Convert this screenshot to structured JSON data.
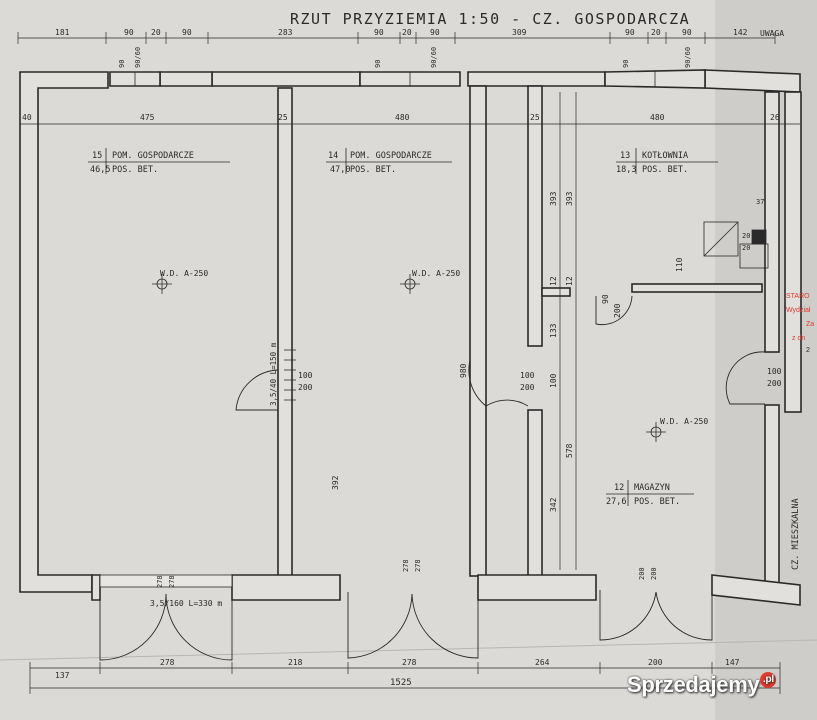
{
  "title": "RZUT PRZYZIEMIA 1:50 - CZ. GOSPODARCZA",
  "note_top_right": "UWAGA",
  "top_dims": [
    "181",
    "90",
    "20",
    "90",
    "283",
    "90",
    "20",
    "90",
    "309",
    "90",
    "20",
    "90",
    "142"
  ],
  "window_labels": [
    "90",
    "90/60",
    "90",
    "90/60",
    "90",
    "90/60"
  ],
  "inner_dims": [
    "40",
    "475",
    "25",
    "480",
    "25",
    "480",
    "26"
  ],
  "rooms": {
    "r15": {
      "num": "15",
      "name": "POM. GOSPODARCZE",
      "area": "46,5",
      "floor": "POS. BET.",
      "ceiling": "W.D. A-250"
    },
    "r14": {
      "num": "14",
      "name": "POM. GOSPODARCZE",
      "area": "47,0",
      "floor": "POS. BET.",
      "ceiling": "W.D. A-250"
    },
    "r13": {
      "num": "13",
      "name": "KOTŁOWNIA",
      "area": "18,3",
      "floor": "POS. BET."
    },
    "r12": {
      "num": "12",
      "name": "MAGAZYN",
      "area": "27,6",
      "floor": "POS. BET.",
      "ceiling": "W.D. A-250"
    }
  },
  "door_dims": {
    "d100": "100",
    "d200": "200",
    "d90": "90",
    "d278": "278",
    "d200b": "200"
  },
  "vert_dims": [
    "393",
    "393",
    "133",
    "100",
    "578",
    "342",
    "392",
    "980",
    "110",
    "12",
    "12",
    "37",
    "20",
    "20"
  ],
  "stair_note": "3,5/40 L=150 m",
  "stair_note_bottom": "3,5/160 L=330 m",
  "bottom_dims": [
    "137",
    "278",
    "218",
    "278",
    "264",
    "200",
    "147"
  ],
  "total_width": "1525",
  "side_label": "CZ. MIESZKALNA",
  "stamp_text": [
    "STARO",
    "Wydział",
    "Za",
    "z dn",
    "2"
  ],
  "watermark": "Sprzedajemy",
  "watermark_suffix": ".pl",
  "accent_red": "#e03a2f"
}
